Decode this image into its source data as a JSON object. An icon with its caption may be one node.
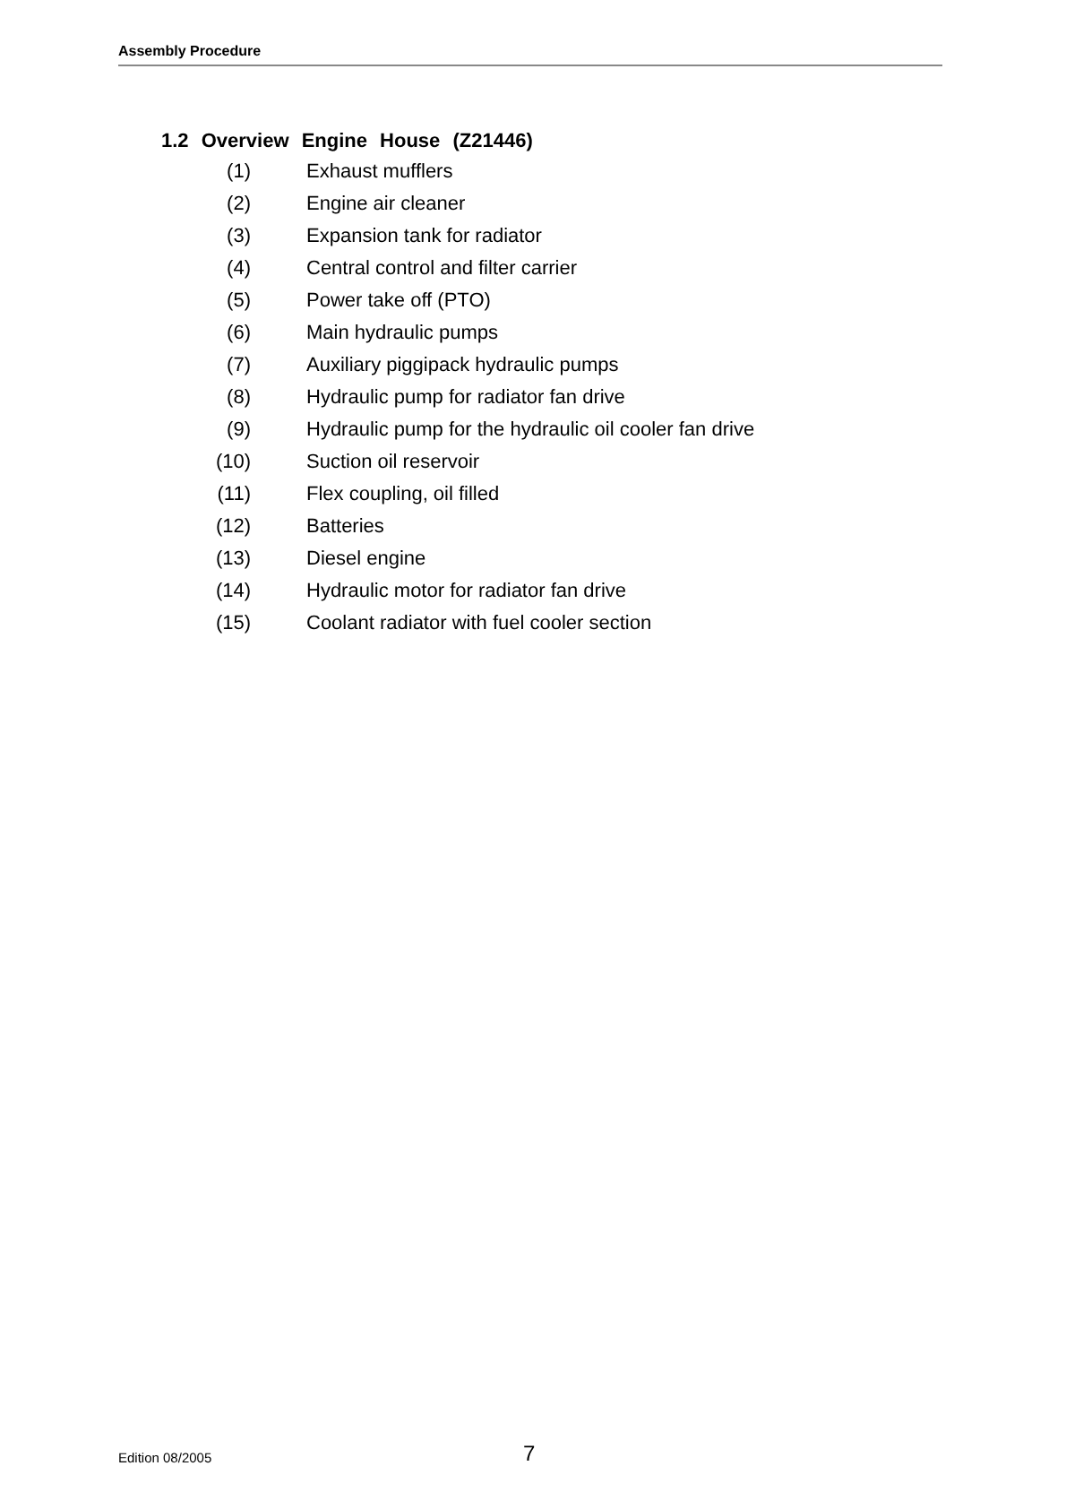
{
  "diagram": {
    "title": "1.2 Overview Engine House (Z21446)",
    "labels": [
      "Assembly Procedure",
      "(1)",
      "Exhaust mufflers",
      "(2)",
      "Engine air cleaner",
      "(3)",
      "Expansion tank for radiator",
      "(4)",
      "Central control and filter carrier",
      "(5)",
      "Power take off (PTO)",
      "(6)",
      "Main hydraulic pumps",
      "(7)",
      "Auxiliary piggipack hydraulic pumps",
      "(8)",
      "Hydraulic pump for radiator fan drive",
      "(9)",
      "Hydraulic pump for the hydraulic oil cooler fan drive",
      "(10)",
      "Suction oil reservoir",
      "(11)",
      "Flex coupling, oil filled",
      "(12)",
      "Batteries",
      "(13)",
      "Diesel engine",
      "(14)",
      "Hydraulic motor for radiator fan drive",
      "(15)",
      "Coolant radiator with fuel cooler section",
      "Edition 08/2005",
      "7"
    ]
  }
}
